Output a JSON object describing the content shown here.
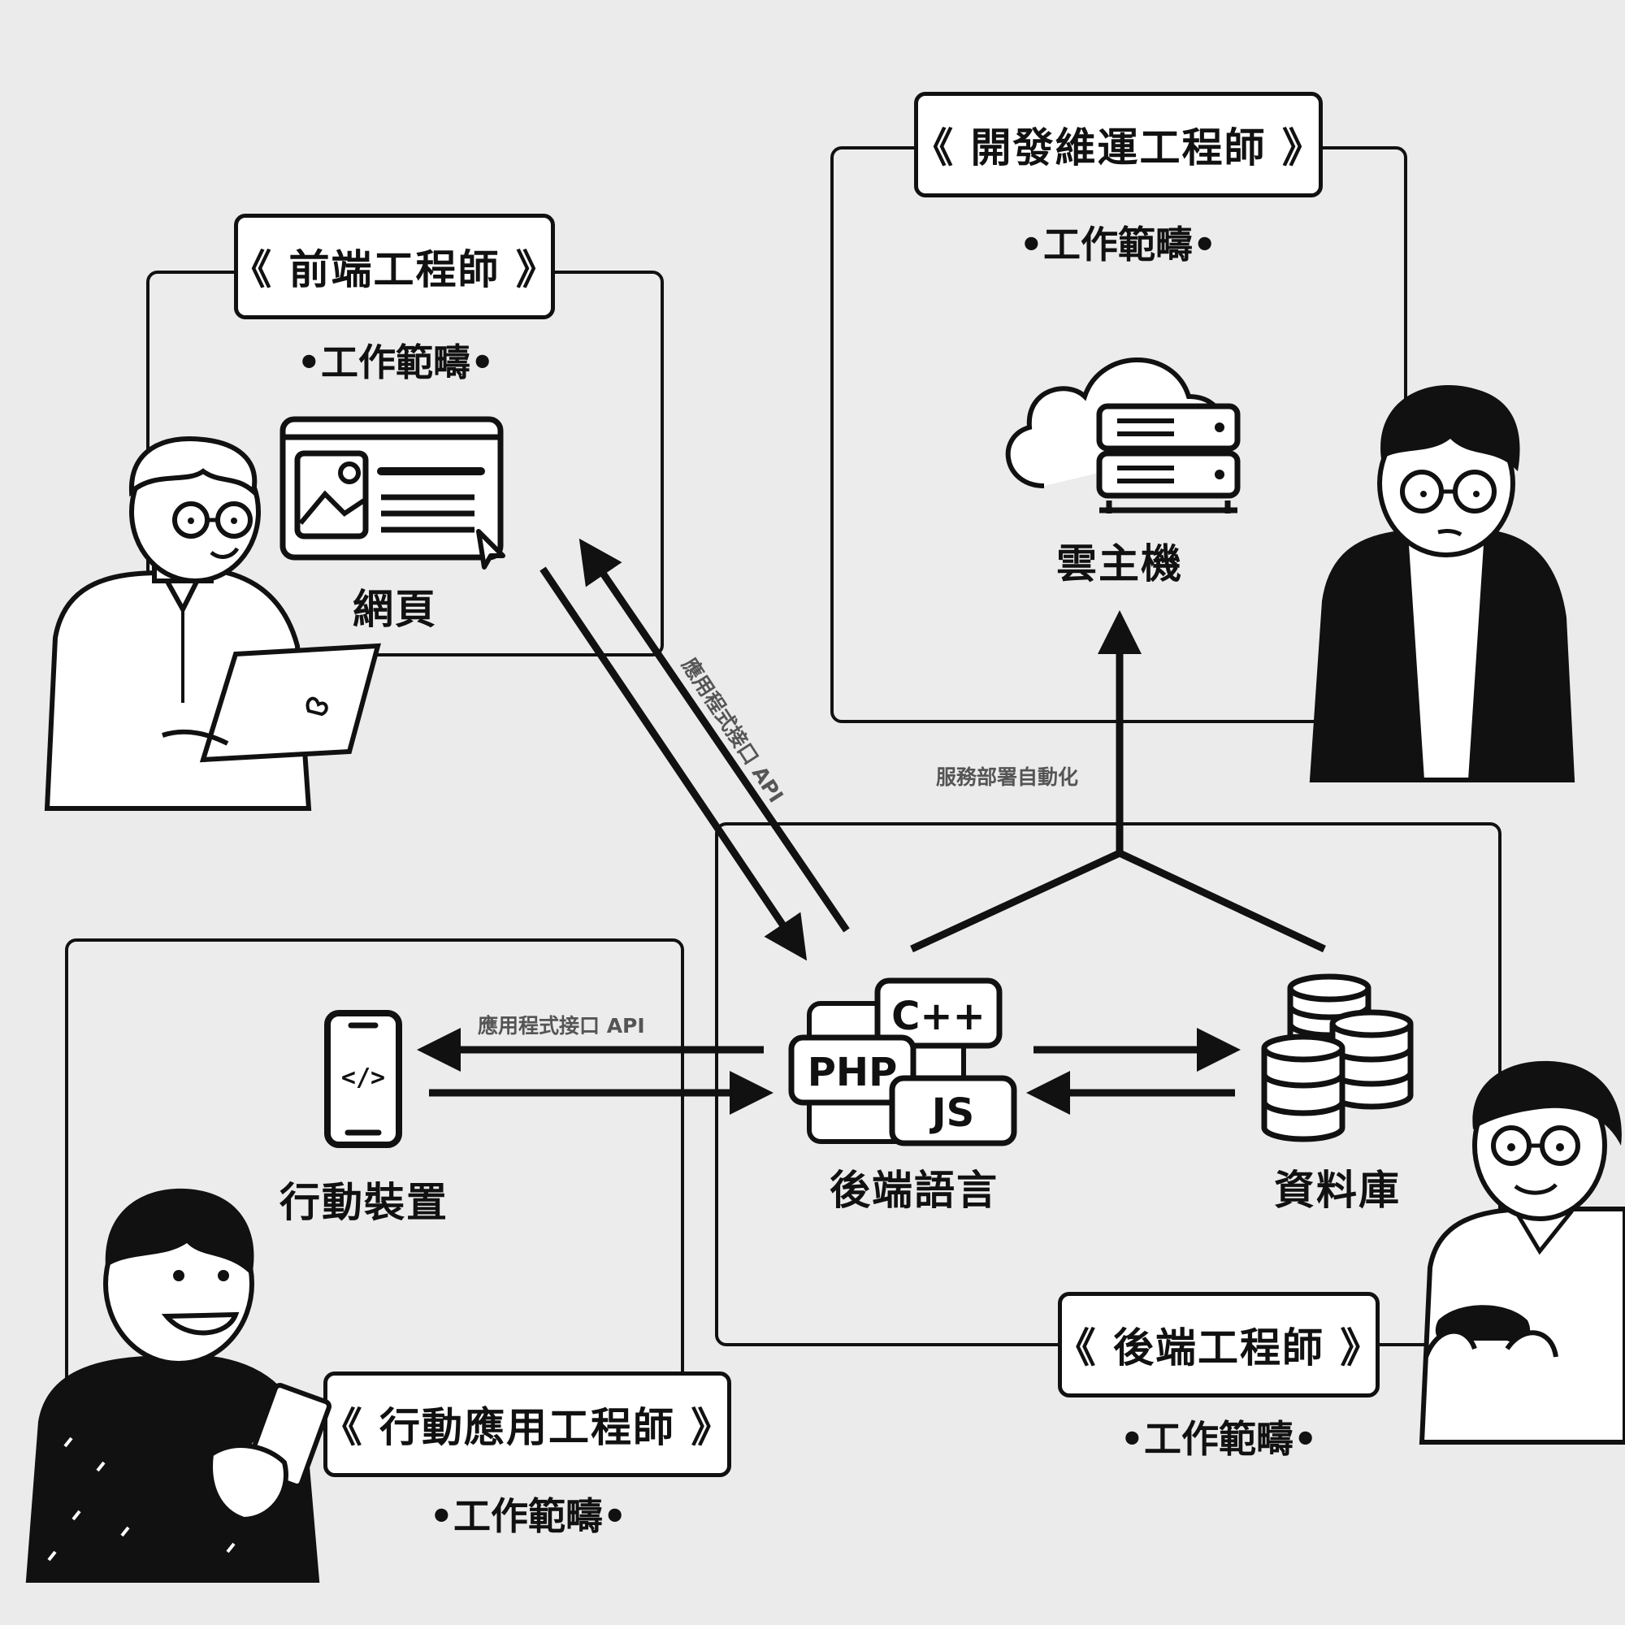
{
  "frontend": {
    "title": "《 前端工程師 》",
    "scope": "•工作範疇•",
    "node_label": "網頁"
  },
  "devops": {
    "title": "《 開發維運工程師 》",
    "scope": "•工作範疇•",
    "node_label": "雲主機"
  },
  "backend": {
    "title": "《 後端工程師 》",
    "scope": "•工作範疇•",
    "language_label": "後端語言",
    "database_label": "資料庫",
    "languages": [
      "C++",
      "PHP",
      "JS"
    ]
  },
  "mobile": {
    "title": "《 行動應用工程師 》",
    "scope": "•工作範疇•",
    "node_label": "行動裝置"
  },
  "edges": {
    "web_api": "應用程式接口 API",
    "mobile_api": "應用程式接口 API",
    "deploy": "服務部署自動化"
  }
}
